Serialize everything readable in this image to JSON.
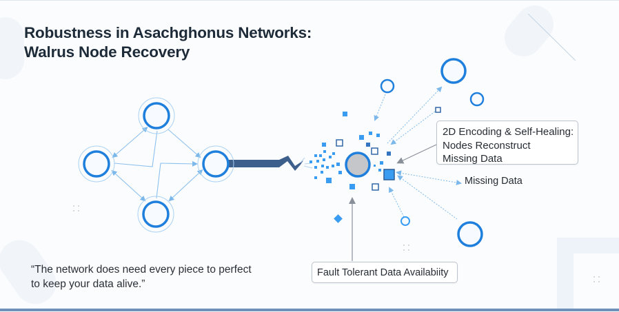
{
  "title": {
    "line1": "Robustness in Asachghonus Networks:",
    "line2": "Walrus Node Recovery"
  },
  "quote": {
    "line1": "“The network does need every piece to perfect",
    "line2": "to keep your data alive.”"
  },
  "callouts": {
    "healing": {
      "line1": "2D Encoding & Self-Healing:",
      "line2": "Nodes Reconstruct",
      "line3": "Missing Data"
    },
    "missing_data": "Missing Data",
    "fault_tolerant": "Fault Tolerant Data Availabiity"
  },
  "colors": {
    "node_blue": "#1f7fdc",
    "halo_blue": "#9ccaf0",
    "arrow_blue": "#7cb8ea",
    "link_navy": "#3d5f8c",
    "fragment_blue": "#3a9cf0",
    "fragment_dark": "#3474c0",
    "failed_node_fill": "#c4c6ca",
    "pointer_gray": "#8a9099",
    "title_text": "#1d2a38"
  },
  "diagram": {
    "left_cluster_nodes": [
      "node-top",
      "node-left",
      "node-right",
      "node-bottom"
    ],
    "central_node_state": "failed",
    "peripheral_nodes": [
      "peer-small-upper-left",
      "peer-large-top",
      "peer-small-top-right",
      "peer-small-bottom",
      "peer-large-bottom-right"
    ]
  }
}
